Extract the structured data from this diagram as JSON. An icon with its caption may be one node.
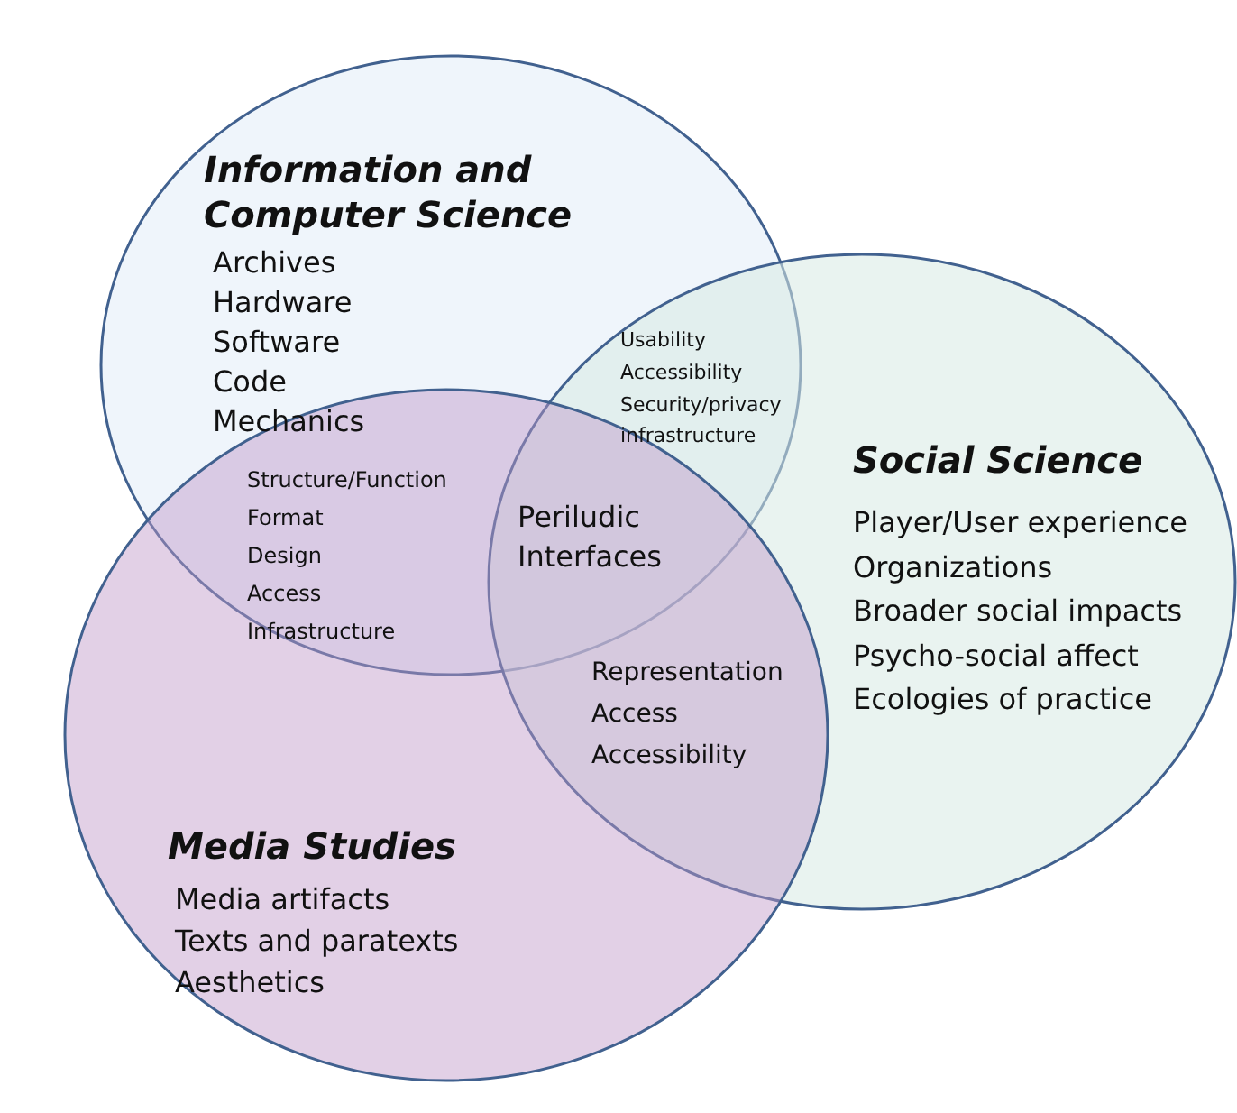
{
  "diagram": {
    "nodes": [
      {
        "text": [
          "Information and Computer Science",
          "Archives",
          "Hardware",
          "Software",
          "Code",
          "Mechanics"
        ]
      },
      {
        "text": [
          "Social Science",
          "Player/User experience",
          "Organizations",
          "Broader social impacts",
          "Psycho-social affect",
          "Ecologies of practice"
        ]
      },
      {
        "text": [
          "Media Studies",
          "Media artifacts",
          "Texts and paratexts",
          "Aesthetics"
        ]
      }
    ],
    "labels": [
      "Usability",
      "Accessibility",
      "Security/privacy infrastructure",
      "Structure/Function",
      "Format",
      "Design",
      "Access",
      "Infrastructure",
      "Periludic Interfaces",
      "Representation",
      "Access",
      "Accessibility"
    ]
  }
}
